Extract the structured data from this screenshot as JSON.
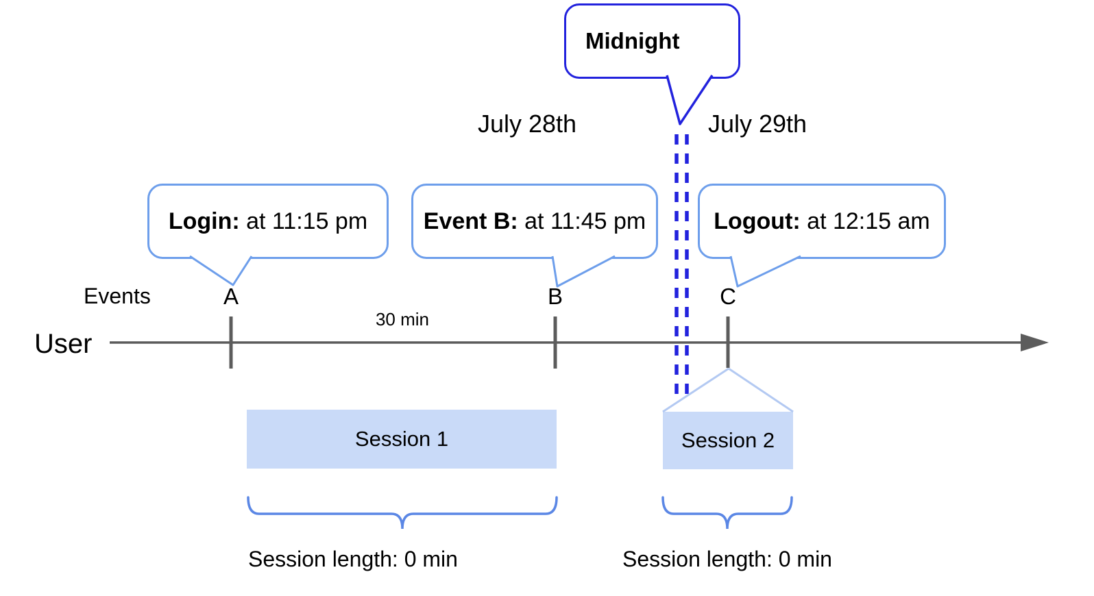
{
  "midnight_callout": {
    "label": "Midnight"
  },
  "date_labels": {
    "left": "July 28th",
    "right": "July 29th"
  },
  "event_callouts": [
    {
      "bold": "Login:",
      "rest": " at 11:15 pm"
    },
    {
      "bold": "Event B:",
      "rest": " at 11:45 pm"
    },
    {
      "bold": "Logout:",
      "rest": " at 12:15 am"
    }
  ],
  "timeline": {
    "axis_label": "User",
    "events_label": "Events",
    "tick_labels": [
      "A",
      "B",
      "C"
    ],
    "interval_label": "30 min"
  },
  "sessions": [
    {
      "label": "Session 1",
      "length_label": "Session length: 0 min"
    },
    {
      "label": "Session 2",
      "length_label": "Session length: 0 min"
    }
  ],
  "colors": {
    "midnight_blue": "#2222dd",
    "callout_border_blue": "#6d9eeb",
    "session_fill": "#c9daf8",
    "funnel_line": "#b3c9f2",
    "brace_blue": "#5b87e5",
    "timeline_gray": "#5c5c5c",
    "text": "#000000"
  }
}
